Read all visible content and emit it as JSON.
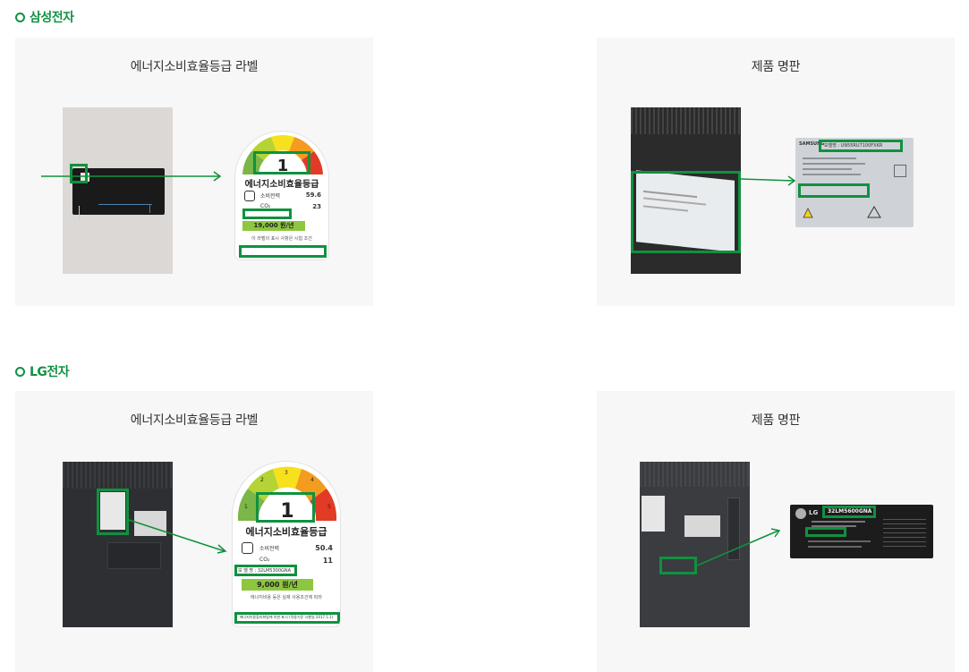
{
  "sections": [
    {
      "heading": "삼성전자",
      "energy_panel": {
        "title": "에너지소비효율등급 라벨",
        "grade": "1",
        "label_title": "에너지소비효율등급",
        "value1": "59.6",
        "value2": "23",
        "cost": "19,000 원/년"
      },
      "plate_panel": {
        "title": "제품 명판",
        "brand": "SAMSUNG",
        "model_text": "모델명 : UN55RU7100FXKR"
      }
    },
    {
      "heading": "LG전자",
      "energy_panel": {
        "title": "에너지소비효율등급 라벨",
        "grade": "1",
        "label_title": "에너지소비효율등급",
        "value1": "50.4",
        "value2": "11",
        "model": "모 델 명 : 32LM5300GNA",
        "cost": "9,000 원/년",
        "footer": "에너지이용합리화법에 의한 표시 (적용기준 시행일 2017.1.1)"
      },
      "plate_panel": {
        "title": "제품 명판",
        "brand": "LG",
        "model_text": "32LM5600GNA"
      }
    }
  ],
  "colors": {
    "accent": "#129145",
    "highlight_box": "#11913f",
    "panel_bg": "#f7f7f7"
  }
}
